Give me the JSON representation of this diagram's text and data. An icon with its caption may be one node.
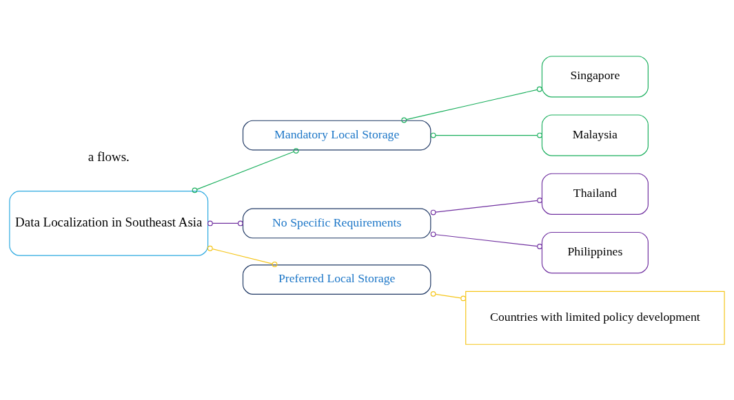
{
  "diagram": {
    "nodes": [
      {
        "text": [
          "Data Localization in Southeast Asia"
        ]
      },
      {
        "text": [
          "Mandatory Local Storage"
        ]
      },
      {
        "text": [
          "Singapore"
        ]
      },
      {
        "text": [
          "Malaysia"
        ]
      },
      {
        "text": [
          "No Specific Requirements"
        ]
      },
      {
        "text": [
          "Thailand"
        ]
      },
      {
        "text": [
          "Philippines"
        ]
      },
      {
        "text": [
          "Preferred Local Storage"
        ]
      },
      {
        "text": [
          "Countries with limited policy development"
        ]
      }
    ],
    "edges": [
      {
        "from": 0,
        "to": 1,
        "arrow": "other",
        "color": "#1aaf5d"
      },
      {
        "from": 1,
        "to": 2,
        "arrow": "other",
        "color": "#1aaf5d"
      },
      {
        "from": 1,
        "to": 3,
        "arrow": "other",
        "color": "#1aaf5d"
      },
      {
        "from": 0,
        "to": 4,
        "arrow": "other",
        "color": "#7030a0"
      },
      {
        "from": 4,
        "to": 5,
        "arrow": "other",
        "color": "#7030a0"
      },
      {
        "from": 4,
        "to": 6,
        "arrow": "other",
        "color": "#7030a0"
      },
      {
        "from": 0,
        "to": 7,
        "arrow": "other",
        "color": "#f5c518"
      },
      {
        "from": 7,
        "to": 8,
        "arrow": "other",
        "color": "#f5c518"
      }
    ],
    "labels": [
      "a flows."
    ]
  }
}
